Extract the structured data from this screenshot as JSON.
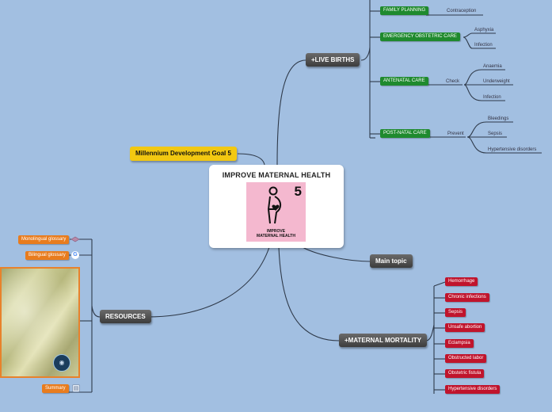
{
  "central": {
    "title": "IMPROVE MATERNAL HEALTH",
    "goal_number": "5",
    "goal_label_1": "IMPROVE",
    "goal_label_2": "MATERNAL HEALTH"
  },
  "topics": {
    "live_births": "+LIVE BIRTHS",
    "millennium": "Millennium Development Goal 5",
    "main_topic": "Main topic",
    "resources": "RESOURCES",
    "maternal_mortality": "+MATERNAL MORTALITY"
  },
  "live_births": {
    "family_planning": {
      "label": "FAMILY PLANNING",
      "children": [
        "Contraception"
      ]
    },
    "emergency": {
      "label": "EMERGENCY OBSTETRIC CARE",
      "children": [
        "Asphyxia",
        "Infection"
      ]
    },
    "antenatal": {
      "label": "ANTENATAL CARE",
      "group": "Check",
      "children": [
        "Anaemia",
        "Underweight",
        "Infection"
      ]
    },
    "postnatal": {
      "label": "POST-NATAL CARE",
      "group": "Prevent",
      "children": [
        "Bleedings",
        "Sepsis",
        "Hypertensive disorders"
      ]
    }
  },
  "maternal_mortality": {
    "items": [
      "Hemorrhage",
      "Chronic infections",
      "Sepsis",
      "Unsafe abortion",
      "Eclampsia",
      "Obstructed labor",
      "Obstetric fistula",
      "Hypertensive disorders"
    ]
  },
  "resources": {
    "items": [
      "Monolingual glossary",
      "Bilingual glossary",
      "Summary"
    ]
  },
  "icons": {
    "photo_badge": "camera-icon",
    "google": "google-icon",
    "summary": "document-icon",
    "link": "link-icon"
  },
  "colors": {
    "background": "#a2bfe1",
    "green": "#1f8a2e",
    "red": "#c0142c",
    "orange": "#e87c1e",
    "yellow": "#f2c811",
    "dark": "#4a4a4a"
  }
}
